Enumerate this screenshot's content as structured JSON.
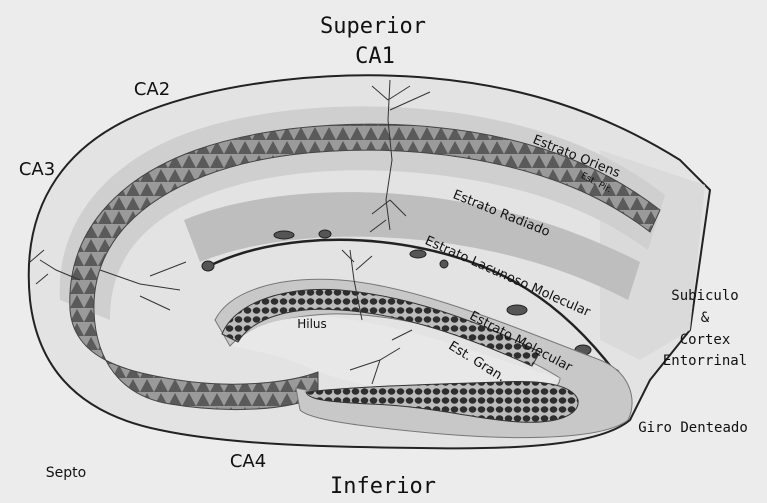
{
  "labels": {
    "superior": "Superior",
    "ca1": "CA1",
    "ca2": "CA2",
    "ca3": "CA3",
    "ca4": "CA4",
    "inferior": "Inferior",
    "septo": "Septo",
    "estrato_oriens": "Estrato Oriens",
    "est_pir": "Est. Pir.",
    "estrato_radiado": "Estrato Radiado",
    "estrato_lacunoso_molecular": "Estrato Lacunoso Molecular",
    "estrato_molecular": "Estrato Molecular",
    "hilus": "Hilus",
    "est_gran": "Est. Gran.",
    "subiculo": "Subiculo",
    "ampersand": "&",
    "cortex": "Cortex",
    "entorrinal": "Entorrinal",
    "giro_denteado": "Giro Denteado"
  },
  "colors": {
    "background": "#ececec",
    "outline": "#222222",
    "pyramidal_band": "#8a8a8a",
    "pyramidal_cells": "#555555",
    "radiatum": "#d9d9d9",
    "lacunosum": "#b4b4b4",
    "granule_cells": "#3a3a3a",
    "hilus": "#e6e6e6",
    "molecular": "#c8c8c8"
  }
}
